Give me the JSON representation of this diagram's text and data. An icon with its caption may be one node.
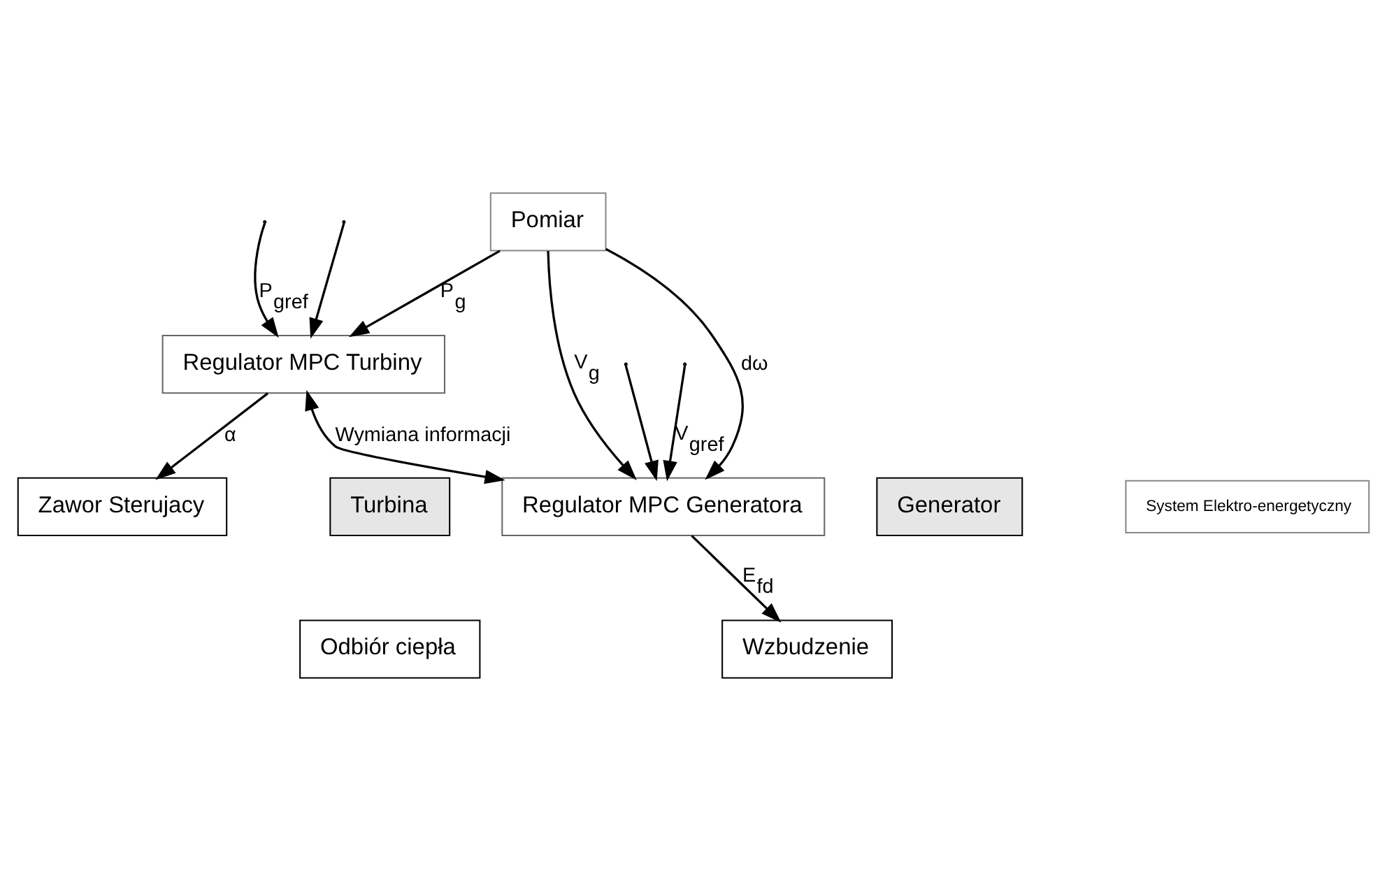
{
  "diagram": {
    "nodes": [
      {
        "text": [
          "Regulator MPC Turbiny"
        ]
      },
      {
        "text": [
          "Zawor Sterujacy"
        ]
      },
      {
        "text": [
          "Turbina"
        ]
      },
      {
        "text": [
          "Pomiar"
        ]
      },
      {
        "text": [
          "Generator"
        ]
      },
      {
        "text": [
          "System Elektro-energetyczny"
        ]
      },
      {
        "text": [
          "Odbiór ciepła"
        ]
      },
      {
        "text": [
          "Wzbudzenie"
        ]
      },
      {
        "text": [
          "Regulator MPC Generatora"
        ]
      }
    ],
    "edges": [
      {
        "from": null,
        "to": 0,
        "arrow": "to",
        "label": "P$_{gref}$"
      },
      {
        "from": 3,
        "to": 0,
        "arrow": "to",
        "label": "P$_{g}$"
      },
      {
        "from": null,
        "to": 0,
        "arrow": "to"
      },
      {
        "from": 0,
        "to": 8,
        "arrow": "both",
        "label": "Wymiana informacji"
      },
      {
        "from": 0,
        "to": 1,
        "arrow": "to",
        "label": "α"
      },
      {
        "from": 3,
        "to": 8,
        "arrow": "to",
        "label": "V$_{g}$"
      },
      {
        "from": 3,
        "to": 8,
        "arrow": "to",
        "label": "dω"
      },
      {
        "from": null,
        "to": 8,
        "arrow": "to"
      },
      {
        "from": null,
        "to": 8,
        "arrow": "to",
        "label": "V$_{gref}$"
      },
      {
        "from": 8,
        "to": 7,
        "arrow": "to",
        "label": "E$_{fd}$"
      }
    ]
  }
}
